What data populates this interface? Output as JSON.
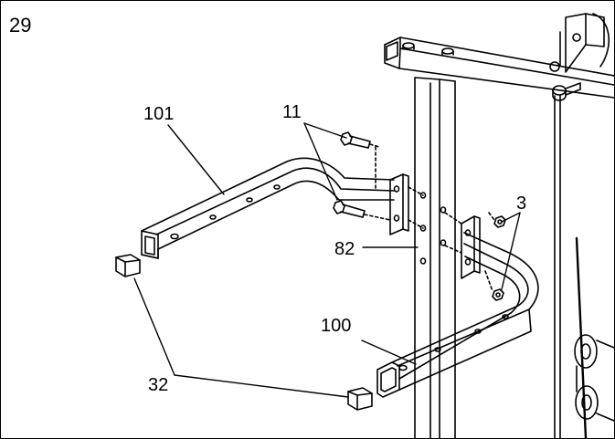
{
  "step_number": "29",
  "callouts": {
    "part_101": "101",
    "part_11": "11",
    "part_3": "3",
    "part_82": "82",
    "part_100": "100",
    "part_32": "32"
  },
  "colors": {
    "line": "#000000",
    "background": "#ffffff"
  }
}
